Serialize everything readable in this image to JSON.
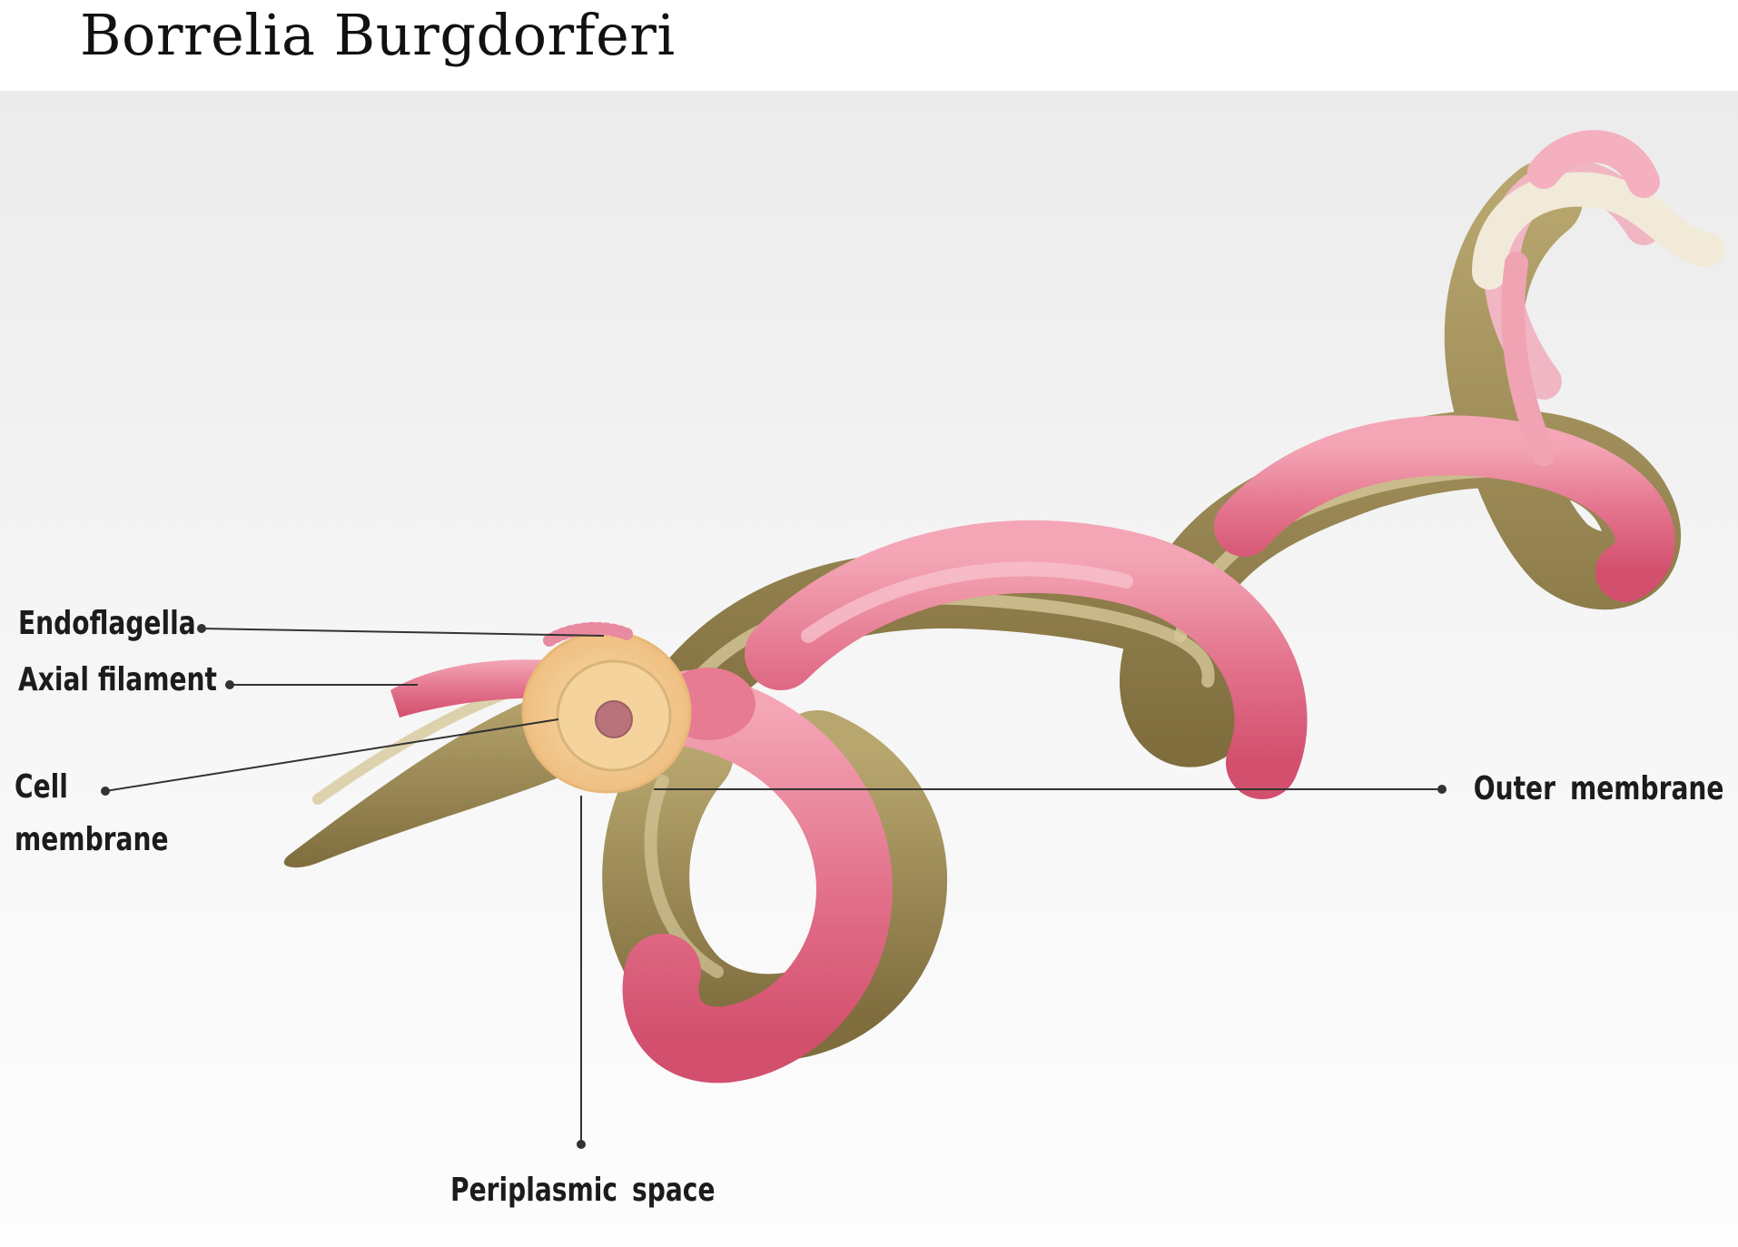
{
  "title": "Borrelia Burgdorferi",
  "labels": {
    "endoflagella": "Endoflagella",
    "axial_filament": "Axial filament",
    "cell_membrane_line1": "Cell",
    "cell_membrane_line2": "membrane",
    "outer_membrane": "Outer membrane",
    "periplasmic_space": "Periplasmic space"
  },
  "colors": {
    "outer_membrane": "#e0637e",
    "outer_membrane_light": "#f4a6b6",
    "inner_body": "#8f7d4c",
    "inner_body_light": "#cfc08b",
    "cross_section": "#f3c890",
    "nucleus": "#b8737b",
    "tail_cream": "#f1ead8"
  }
}
